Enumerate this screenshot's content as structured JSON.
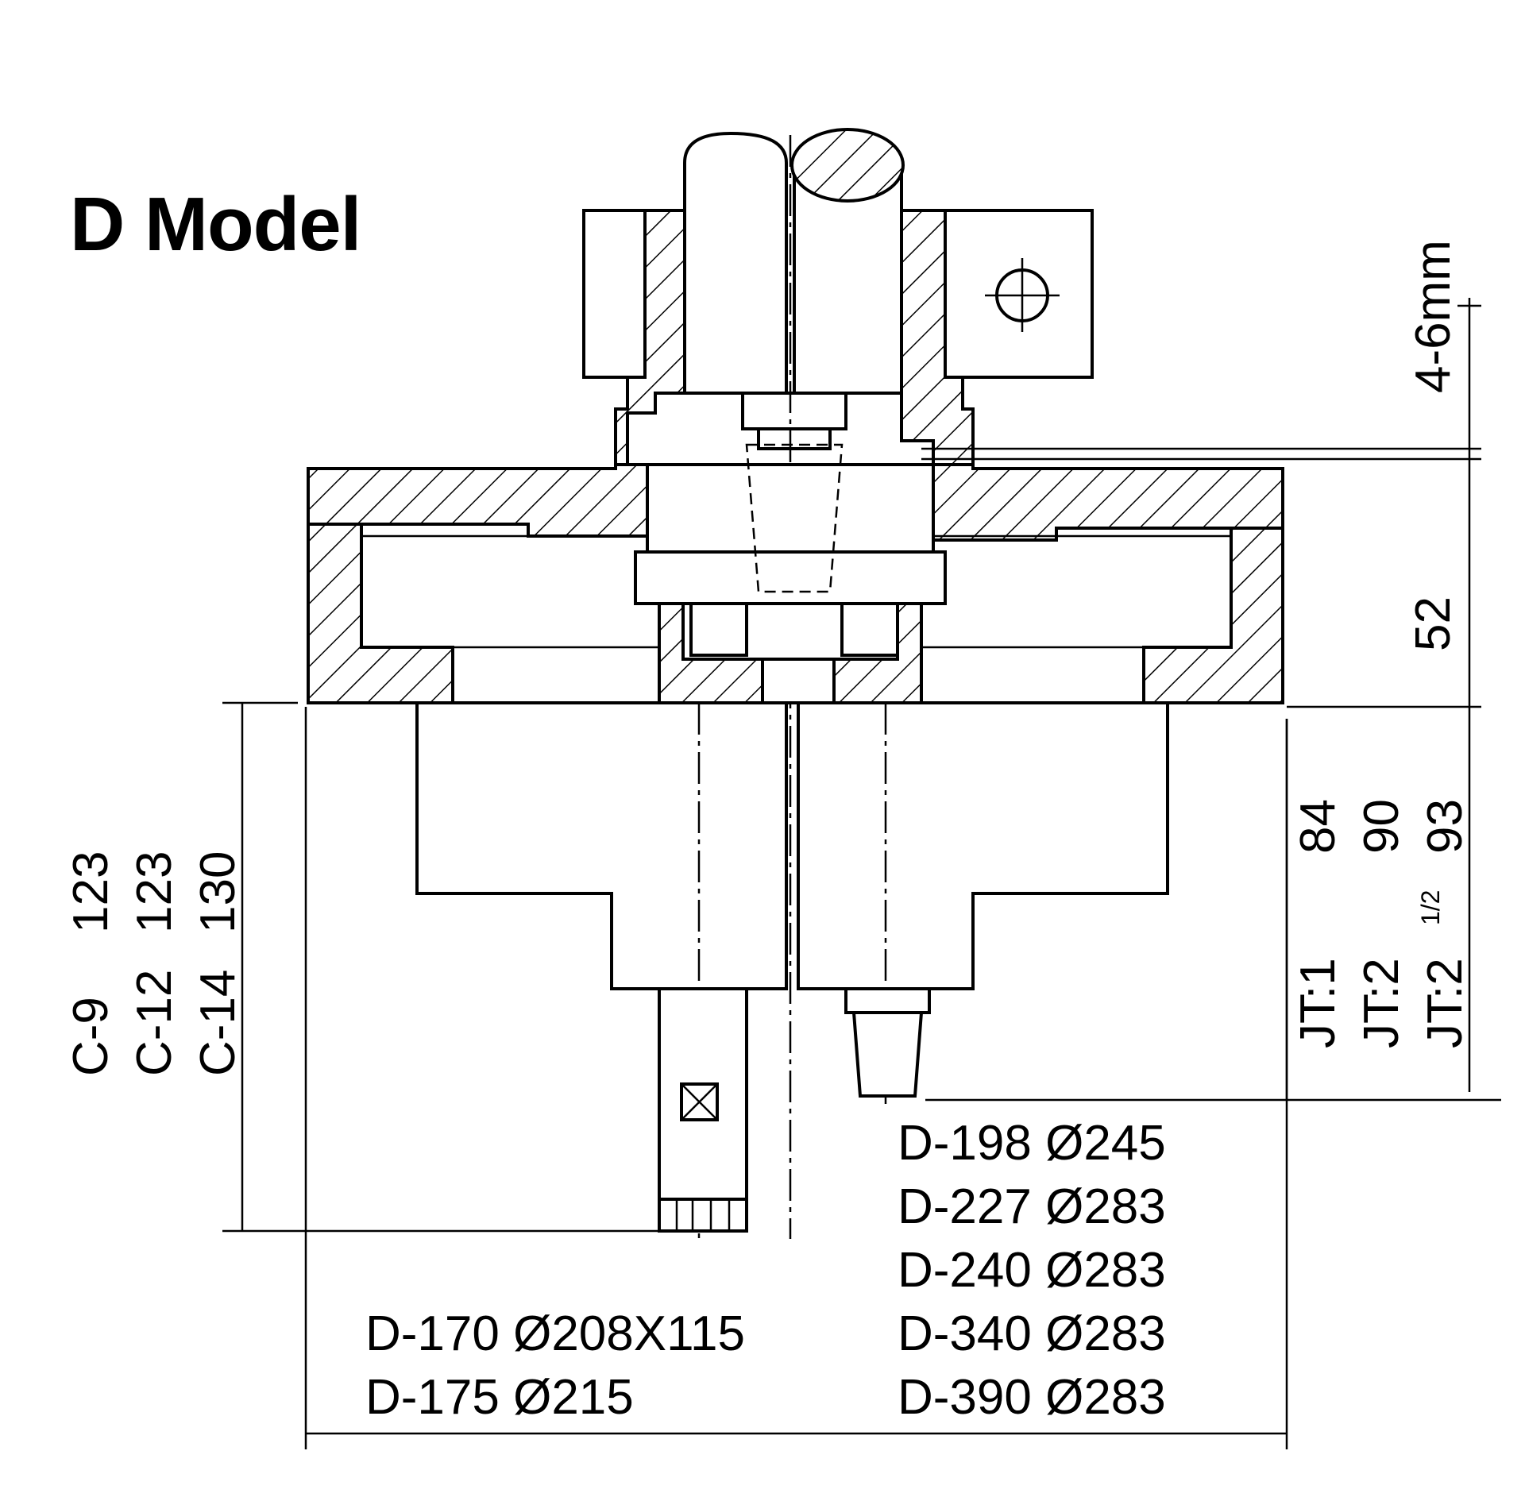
{
  "title": "D Model",
  "dimensions": {
    "gap": "4-6mm",
    "height_top": "52",
    "jt_labels": [
      "JT:1",
      "JT:2",
      "JT:2"
    ],
    "jt_values": [
      "84",
      "90",
      "93"
    ],
    "jt_fraction": "1/2",
    "c_labels": [
      "C-9",
      "C-12",
      "C-14"
    ],
    "c_values": [
      "123",
      "123",
      "130"
    ]
  },
  "models_right": [
    "D-198 Ø245",
    "D-227 Ø283",
    "D-240 Ø283",
    "D-340 Ø283",
    "D-390 Ø283"
  ],
  "models_left": [
    "D-170 Ø208X115",
    "D-175 Ø215"
  ]
}
